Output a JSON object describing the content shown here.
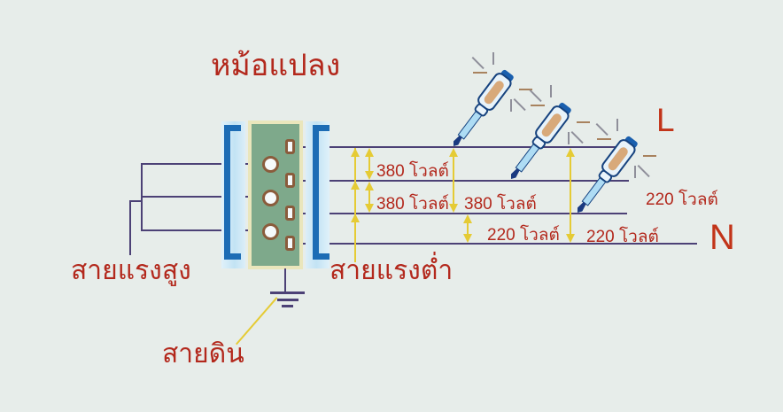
{
  "title": "หม้อแปลง",
  "labels": {
    "high_voltage": "สายแรงสูง",
    "low_voltage": "สายแรงต่ำ",
    "ground": "สายดิน",
    "line_phase": "L",
    "neutral": "N"
  },
  "voltage_annotations": [
    {
      "id": "between-line1-line2",
      "text": "380 โวลต์"
    },
    {
      "id": "between-line2-line3",
      "text": "380 โวลต์"
    },
    {
      "id": "between-line1-line3",
      "text": "380 โวลต์"
    },
    {
      "id": "between-line3-neutral",
      "text": "220 โวลต์"
    },
    {
      "id": "between-line1-neutral",
      "text": "220 โวลต์"
    },
    {
      "id": "at-line2-end",
      "text": "220 โวลต์"
    }
  ],
  "colors": {
    "background": "#e7edea",
    "label_red": "#b3281c",
    "letter_red": "#c23419",
    "wire_purple": "#4c4176",
    "arrow_yellow": "#e5cb35",
    "transformer_green": "#7ea98b",
    "transformer_border_cream": "#eae6bc",
    "insulator_blue": "#cde8f6",
    "bracket_blue": "#1c6cb5",
    "terminal_brown": "#8a5c3c",
    "screwdriver_blue": "#1a5fae",
    "screwdriver_tan": "#d8a97a"
  }
}
